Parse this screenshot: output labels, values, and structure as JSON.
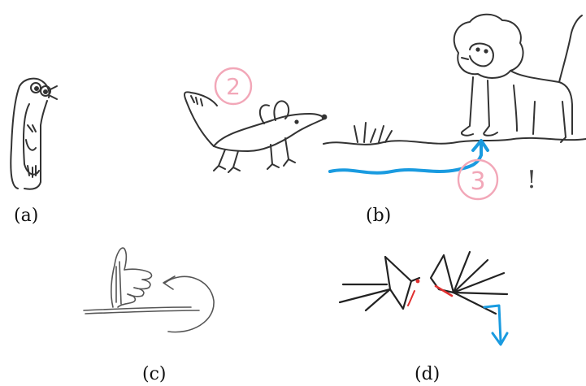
{
  "figure": {
    "captions": {
      "a": "(a)",
      "b": "(b)",
      "c": "(c)",
      "d": "(d)"
    },
    "annotations": {
      "mouse_marker": "2",
      "lion_marker": "3",
      "lion_exclaim": "!"
    },
    "colors": {
      "ink": "#333333",
      "pink_marker": "#f2a7b8",
      "blue_arrow": "#1a9be0",
      "red_mark": "#e03030"
    }
  }
}
